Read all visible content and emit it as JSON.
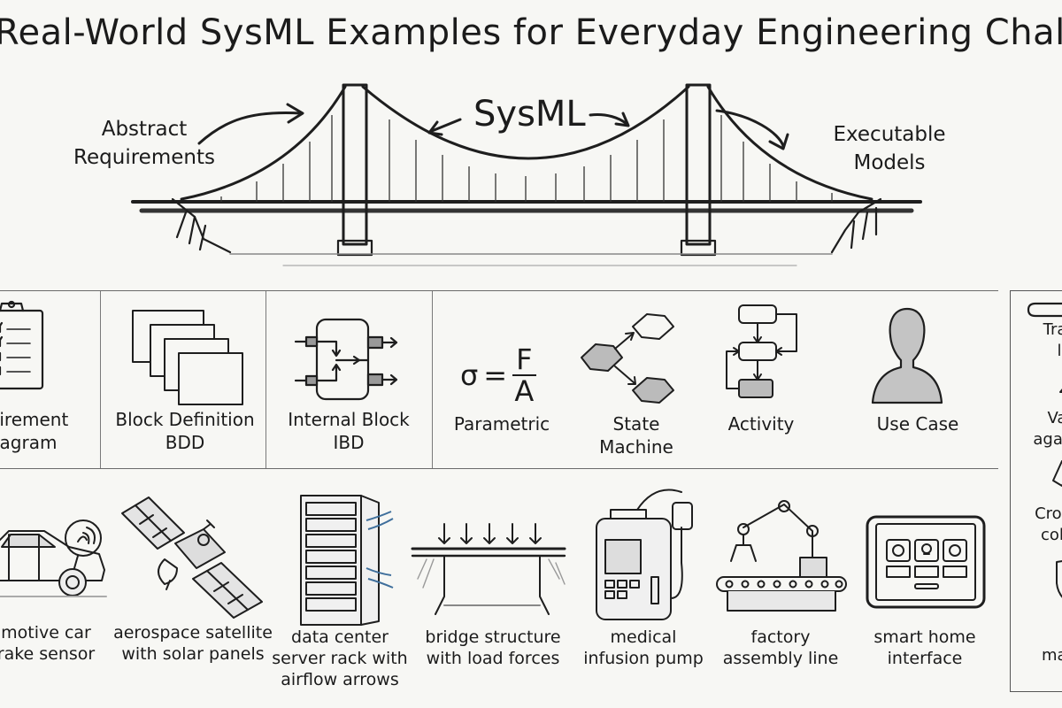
{
  "title": "Real-World SysML Examples for Everyday Engineering Challenges",
  "hero": {
    "left_label_line1": "Abstract",
    "left_label_line2": "Requirements",
    "center_label": "SysML",
    "right_label_line1": "Executable",
    "right_label_line2": "Models",
    "illustration": "suspension-bridge"
  },
  "diagram_types": [
    {
      "icon": "clipboard-checklist-icon",
      "line1": "Requirement",
      "line2": "Diagram",
      "visible_line1": "uirement",
      "visible_line2": "agram"
    },
    {
      "icon": "stacked-blocks-icon",
      "line1": "Block Definition",
      "line2": "BDD"
    },
    {
      "icon": "internal-block-icon",
      "line1": "Internal Block",
      "line2": "IBD"
    },
    {
      "icon": "formula-icon",
      "formula": "σ = F / A",
      "line1": "Parametric",
      "line2": ""
    },
    {
      "icon": "state-machine-icon",
      "line1": "State",
      "line2": "Machine"
    },
    {
      "icon": "activity-flow-icon",
      "line1": "Activity",
      "line2": ""
    },
    {
      "icon": "user-silhouette-icon",
      "line1": "Use Case",
      "line2": ""
    }
  ],
  "formula": {
    "lhs": "σ",
    "eq": "=",
    "num": "F",
    "den": "A"
  },
  "examples": [
    {
      "icon": "car-sensor-icon",
      "line1": "motive car",
      "line2": "rake sensor",
      "full": "automotive car brake sensor"
    },
    {
      "icon": "satellite-icon",
      "line1": "aerospace satellite",
      "line2": "with solar panels"
    },
    {
      "icon": "server-rack-icon",
      "line1": "data center",
      "line2": "server rack with",
      "line3": "airflow arrows"
    },
    {
      "icon": "bridge-load-icon",
      "line1": "bridge structure",
      "line2": "with load forces"
    },
    {
      "icon": "infusion-pump-icon",
      "line1": "medical",
      "line2": "infusion pump"
    },
    {
      "icon": "robot-arm-icon",
      "line1": "factory",
      "line2": "assembly line"
    },
    {
      "icon": "tablet-icon",
      "line1": "smart home",
      "line2": "interface"
    }
  ],
  "side_panel": {
    "items": [
      {
        "icon": "paperclip-icon",
        "line1": "Trac",
        "line2": "l"
      },
      {
        "icon": "flask-icon",
        "line1": "Val",
        "line2": "agains"
      },
      {
        "icon": "pen-icon",
        "line1": "Cross-",
        "line2": "colla"
      },
      {
        "icon": "shield-icon",
        "line1": "",
        "line2": "man"
      }
    ]
  },
  "colors": {
    "background": "#f7f7f4",
    "ink": "#1b1b1b",
    "airflow": "#3f6f9c"
  }
}
